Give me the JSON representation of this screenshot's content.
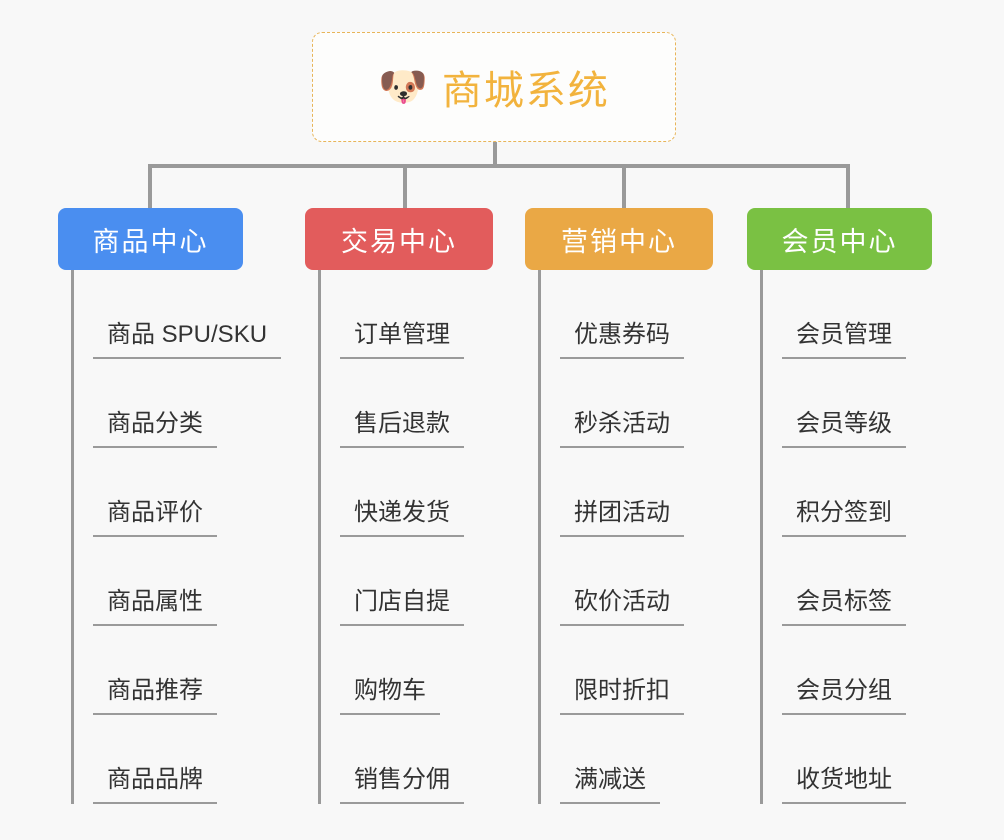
{
  "canvas": {
    "background": "#f8f8f8",
    "connector_color": "#9a9a9a"
  },
  "root": {
    "icon": "dog-face-icon",
    "emoji": "🐶",
    "title": "商城系统",
    "text_color": "#f2b33d",
    "border_color": "#e8b559"
  },
  "branches": [
    {
      "label": "商品中心",
      "color": "#4a8ef0",
      "items": [
        "商品 SPU/SKU",
        "商品分类",
        "商品评价",
        "商品属性",
        "商品推荐",
        "商品品牌"
      ]
    },
    {
      "label": "交易中心",
      "color": "#e25c5c",
      "items": [
        "订单管理",
        "售后退款",
        "快递发货",
        "门店自提",
        "购物车",
        "销售分佣"
      ]
    },
    {
      "label": "营销中心",
      "color": "#eaa845",
      "items": [
        "优惠券码",
        "秒杀活动",
        "拼团活动",
        "砍价活动",
        "限时折扣",
        "满减送"
      ]
    },
    {
      "label": "会员中心",
      "color": "#7ac143",
      "items": [
        "会员管理",
        "会员等级",
        "积分签到",
        "会员标签",
        "会员分组",
        "收货地址"
      ]
    }
  ],
  "layout": {
    "branch_left": [
      58,
      305,
      525,
      747
    ],
    "branch_width": [
      185,
      188,
      188,
      185
    ],
    "drop_left": [
      148,
      403,
      622,
      846
    ]
  }
}
